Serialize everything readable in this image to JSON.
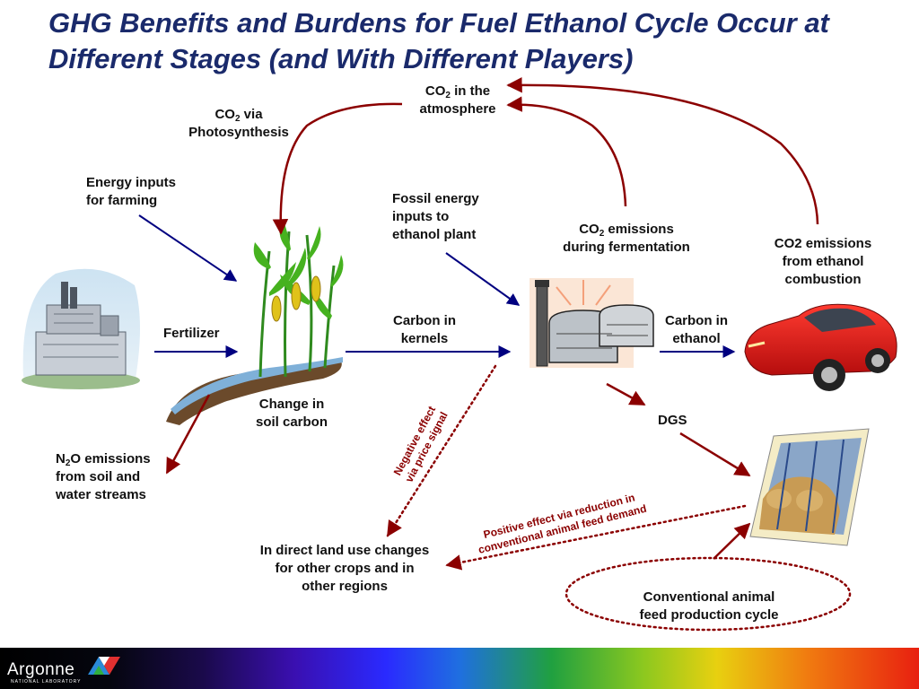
{
  "title": "GHG Benefits and Burdens for Fuel Ethanol Cycle Occur at Different Stages (and With Different Players)",
  "labels": {
    "co2_atmosphere": {
      "pre": "CO",
      "sub": "2",
      "post": " in the",
      "line2": "atmosphere"
    },
    "co2_photosynthesis": {
      "pre": "CO",
      "sub": "2",
      "post": " via",
      "line2": "Photosynthesis"
    },
    "energy_inputs": {
      "line1": "Energy inputs",
      "line2": "for farming"
    },
    "fossil_energy": {
      "line1": "Fossil energy",
      "line2": "inputs to",
      "line3": "ethanol plant"
    },
    "co2_fermentation": {
      "pre": "CO",
      "sub": "2",
      "post": " emissions",
      "line2": "during fermentation"
    },
    "co2_combustion": {
      "line1": "CO2 emissions",
      "line2": "from ethanol",
      "line3": "combustion"
    },
    "fertilizer": "Fertilizer",
    "carbon_kernels": {
      "line1": "Carbon in",
      "line2": "kernels"
    },
    "carbon_ethanol": {
      "line1": "Carbon in",
      "line2": "ethanol"
    },
    "soil_carbon": {
      "line1": "Change in",
      "line2": "soil carbon"
    },
    "dgs": "DGS",
    "n2o": {
      "pre": "N",
      "sub": "2",
      "post": "O emissions",
      "line2": "from soil and",
      "line3": "water streams"
    },
    "negative_effect": {
      "line1": "Negative effect",
      "line2": "via price signal"
    },
    "positive_effect": {
      "line1": "Positive effect via reduction in",
      "line2": "conventional animal feed demand"
    },
    "indirect_land": {
      "line1": "In direct land use changes",
      "line2": "for other crops and in",
      "line3": "other regions"
    },
    "conventional_feed": {
      "line1": "Conventional animal",
      "line2": "feed production cycle"
    }
  },
  "footer": {
    "logo": "Argonne",
    "sublabel": "NATIONAL LABORATORY"
  },
  "colors": {
    "title": "#1a2a6b",
    "arrow_blue": "#000080",
    "arrow_red": "#8b0000"
  },
  "icons": [
    "power-plant-icon",
    "corn-field-icon",
    "ethanol-plant-icon",
    "red-car-icon",
    "cattle-icon",
    "argonne-logo-icon"
  ]
}
